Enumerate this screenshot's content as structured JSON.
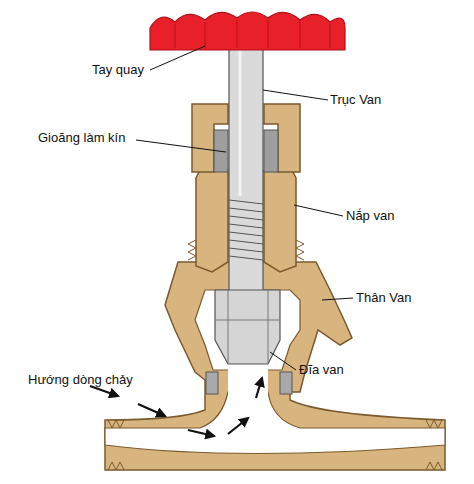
{
  "diagram": {
    "labels": [
      "Tay quay",
      "Trục Van",
      "Gioăng làm kín",
      "Nắp van",
      "Thân Van",
      "Đĩa van",
      "Hướng dòng chảy"
    ]
  }
}
